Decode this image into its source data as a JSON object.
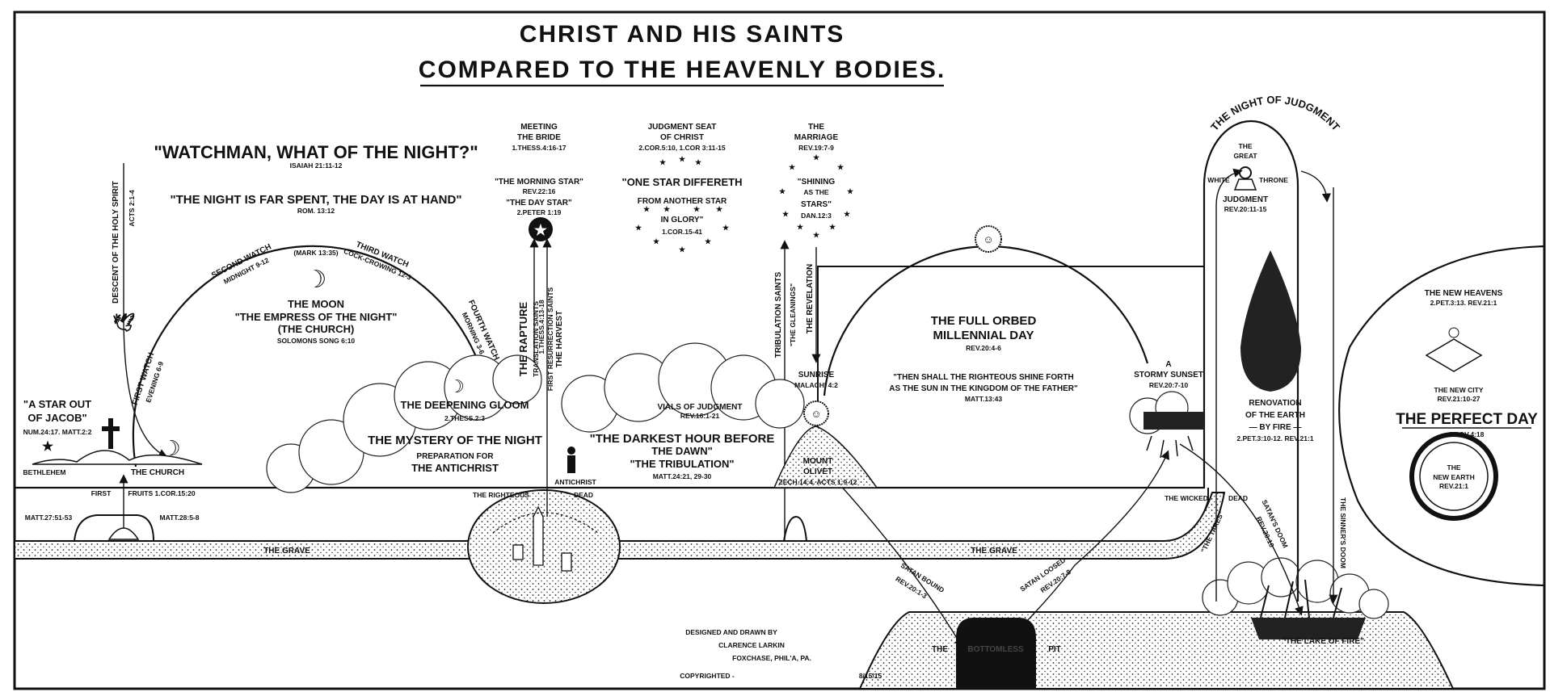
{
  "title": {
    "line1": "CHRIST AND HIS SAINTS",
    "line2": "COMPARED TO THE HEAVENLY BODIES."
  },
  "left": {
    "star_jacob": [
      "\"A STAR OUT",
      "OF JACOB\"",
      "NUM.24:17. MATT.2:2"
    ],
    "bethlehem": "BETHLEHEM",
    "the_church": "THE CHURCH",
    "descent": "DESCENT OF THE HOLY SPIRIT",
    "acts": "ACTS 2:1-4",
    "first": "FIRST",
    "fruits": "FRUITS 1.COR.15:20",
    "matt27": "MATT.27:51-53",
    "matt28": "MATT.28:5-8"
  },
  "watchman": {
    "title": "\"WATCHMAN, WHAT OF THE NIGHT?\"",
    "ref": "ISAIAH 21:11-12",
    "quote": "\"THE NIGHT IS FAR SPENT, THE DAY IS AT HAND\"",
    "quote_ref": "ROM. 13:12",
    "watches": [
      {
        "name": "FIRST WATCH",
        "time": "EVENING 6-9"
      },
      {
        "name": "SECOND WATCH",
        "time": "MIDNIGHT 9-12"
      },
      {
        "name": "THIRD WATCH",
        "time": "COCK-CROWING 12-3"
      },
      {
        "name": "FOURTH WATCH",
        "time": "MORNING 3-6"
      }
    ],
    "mark": "(MARK 13:35)",
    "moon": [
      "THE MOON",
      "\"THE EMPRESS OF THE NIGHT\"",
      "(THE CHURCH)",
      "SOLOMONS SONG 6:10"
    ]
  },
  "gloom": {
    "deepening": "THE DEEPENING GLOOM",
    "deepening_ref": "2.THESS.2:3",
    "mystery": "THE MYSTERY OF THE NIGHT",
    "prep": "PREPARATION FOR",
    "antichrist": "THE ANTICHRIST",
    "antichrist_fig": "ANTICHRIST"
  },
  "bride": {
    "title": [
      "MEETING",
      "THE BRIDE"
    ],
    "ref": "1.THESS.4:16-17",
    "morning_star": "\"THE MORNING STAR\"",
    "morning_ref": "REV.22:16",
    "day_star": "\"THE DAY STAR\"",
    "day_ref": "2.PETER 1:19",
    "rapture": "THE RAPTURE",
    "translation": "TRANSLATION SAINTS",
    "thess": "1.THESS.4:13-18",
    "first_res": "FIRST RESURRECTION SAINTS",
    "harvest": "THE HARVEST"
  },
  "judgment_seat": {
    "title": [
      "JUDGMENT SEAT",
      "OF CHRIST"
    ],
    "ref": "2.COR.5:10, 1.COR 3:11-15",
    "quote": [
      "\"ONE STAR DIFFERETH",
      "FROM ANOTHER STAR",
      "IN GLORY\""
    ],
    "quote_ref": "1.COR.15-41"
  },
  "tribulation": {
    "vials": "VIALS OF JUDGMENT",
    "vials_ref": "REV.16:1-21",
    "darkest": "\"THE DARKEST HOUR BEFORE",
    "dawn": "THE DAWN\"",
    "trib": "\"THE TRIBULATION\"",
    "ref": "MATT.24:21, 29-30"
  },
  "marriage": {
    "title": [
      "THE",
      "MARRIAGE"
    ],
    "ref": "REV.19:7-9",
    "shining": [
      "\"SHINING",
      "AS THE",
      "STARS\""
    ],
    "shining_ref": "DAN.12:3",
    "trib_saints": "TRIBULATION SAINTS",
    "gleanings": "\"THE GLEANINGS\"",
    "revelation": "THE REVELATION"
  },
  "sunrise": {
    "label": "SUNRISE",
    "ref": "MALACHI 4:2",
    "mount": [
      "MOUNT",
      "OLIVET"
    ],
    "mount_ref": "ZECH.14:4. ACTS 1:9-12"
  },
  "millennial": {
    "title": [
      "THE FULL ORBED",
      "MILLENNIAL DAY"
    ],
    "ref": "REV.20:4-6",
    "quote": [
      "\"THEN SHALL THE RIGHTEOUS SHINE FORTH",
      "AS THE SUN IN THE KINGDOM OF THE FATHER\""
    ],
    "quote_ref": "MATT.13:43"
  },
  "sunset": {
    "label": [
      "A",
      "STORMY SUNSET"
    ],
    "ref": "REV.20:7-10"
  },
  "judgment": {
    "arch": "THE NIGHT OF JUDGMENT",
    "throne": [
      "THE",
      "GREAT"
    ],
    "white": "WHITE",
    "throne_word": "THRONE",
    "judgment": "JUDGMENT",
    "ref": "REV.20:11-15",
    "renovation": [
      "RENOVATION",
      "OF THE EARTH",
      "— BY FIRE —"
    ],
    "renovation_ref": "2.PET.3:10-12. REV.21:1",
    "sinners_doom": "THE SINNER'S DOOM"
  },
  "perfect": {
    "heavens": "THE NEW HEAVENS",
    "heavens_ref": "2.PET.3:13. REV.21:1",
    "city": "THE NEW CITY",
    "city_ref": "REV.21:10-27",
    "title": "THE PERFECT DAY",
    "title_ref": "PROV.4:18",
    "earth": [
      "THE",
      "NEW EARTH"
    ],
    "earth_ref": "REV.21:1"
  },
  "lower": {
    "grave": "THE GRAVE",
    "righteous": "THE RIGHTEOUS",
    "dead": "DEAD",
    "wicked": "THE WICKED",
    "wicked_dead": "DEAD",
    "tares": "\"THE TARES\"",
    "satans_doom": "SATAN'S DOOM",
    "satans_doom_ref": "REV.20:10",
    "bound": "SATAN BOUND",
    "bound_ref": "REV.20:1-3",
    "loosed": "SATAN LOOSED",
    "loosed_ref": "REV.20:7-9",
    "pit_the": "THE",
    "pit_bottomless": "BOTTOMLESS",
    "pit": "PIT",
    "lake": "\"THE LAKE OF FIRE\""
  },
  "credits": {
    "designed": "DESIGNED AND DRAWN BY",
    "name": "CLARENCE LARKIN",
    "place": "FOXCHASE, PHIL'A, PA.",
    "copyright": "COPYRIGHTED -",
    "date": "8/15/15"
  }
}
